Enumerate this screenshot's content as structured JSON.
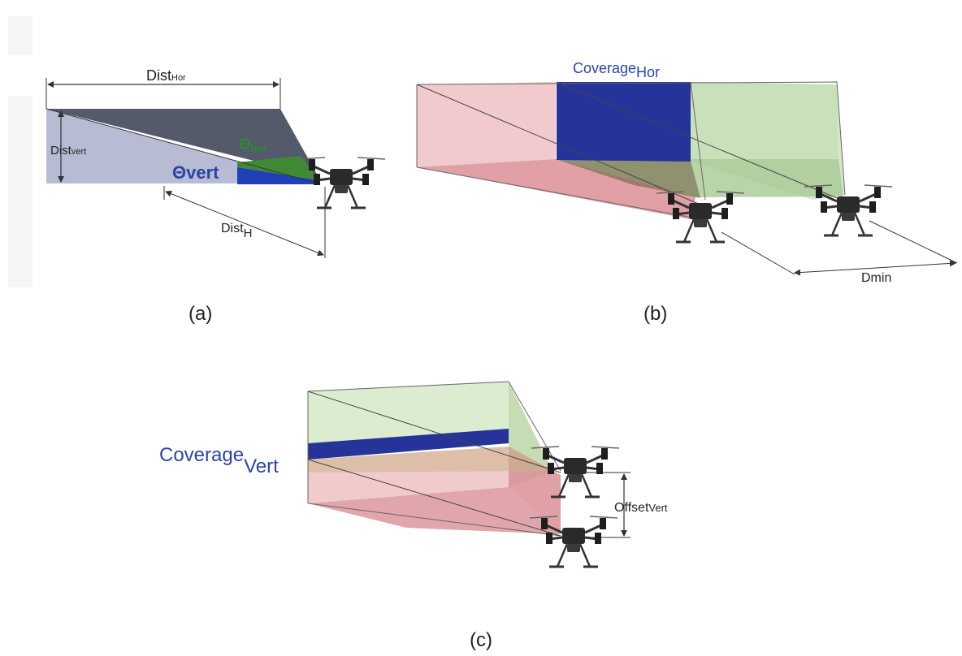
{
  "panel_a": {
    "caption": "(a)",
    "dist_hor_main": "Dist",
    "dist_hor_sub": "Hor",
    "dist_vert_main": "Dist",
    "dist_vert_sub": "vert",
    "theta_hor_main": "Θ",
    "theta_hor_sub": "hor",
    "theta_vert": "Θvert",
    "dist_h_main": "Dist",
    "dist_h_sub": "H"
  },
  "panel_b": {
    "caption": "(b)",
    "coverage_main": "Coverage",
    "coverage_sub": "Hor",
    "dmin": "Dmin"
  },
  "panel_c": {
    "caption": "(c)",
    "coverage_main": "Coverage",
    "coverage_sub": "Vert",
    "offset_main": "Offset",
    "offset_sub": "Vert"
  },
  "colors": {
    "red_volume": "#e9a0a6",
    "green_volume": "#c3ddb4",
    "coverage_blue": "#26349a",
    "slate": "#555a6b",
    "lavender": "#b7bcd4"
  }
}
